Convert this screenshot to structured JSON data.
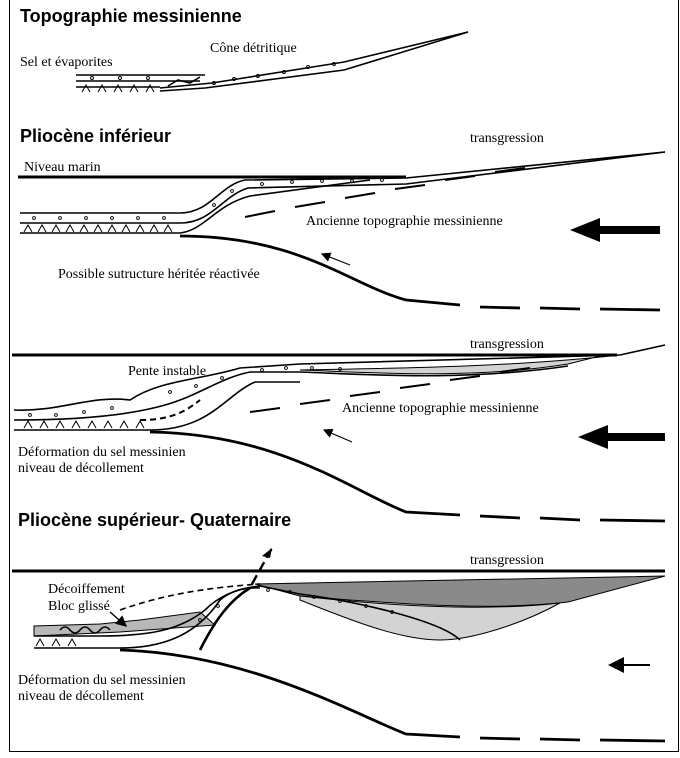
{
  "panels": [
    {
      "title": "Topographie messinienne",
      "labels": {
        "salt": "Sel et évaporites",
        "cone": "Cône détritique"
      }
    },
    {
      "title": "Pliocène inférieur",
      "labels": {
        "transgression": "transgression",
        "sea_level": "Niveau marin",
        "old_topo": "Ancienne topographie messinienne",
        "structure": "Possible sutructure héritée réactivée"
      }
    },
    {
      "title": "",
      "labels": {
        "transgression": "transgression",
        "unstable": "Pente instable",
        "old_topo": "Ancienne topographie messinienne",
        "salt_deformation_1": "Déformation du sel messinien",
        "salt_deformation_2": "niveau de décollement"
      }
    },
    {
      "title": "Pliocène supérieur- Quaternaire",
      "labels": {
        "transgression": "transgression",
        "decoiffement": "Décoiffement",
        "slid_block": "Bloc glissé",
        "salt_deformation_1": "Déformation du sel messinien",
        "salt_deformation_2": "niveau de décollement"
      }
    }
  ],
  "colors": {
    "ink": "#000000",
    "light_fill": "#d3d3d3",
    "dark_fill": "#8a8a8a",
    "mid_fill": "#b8b8b8"
  }
}
